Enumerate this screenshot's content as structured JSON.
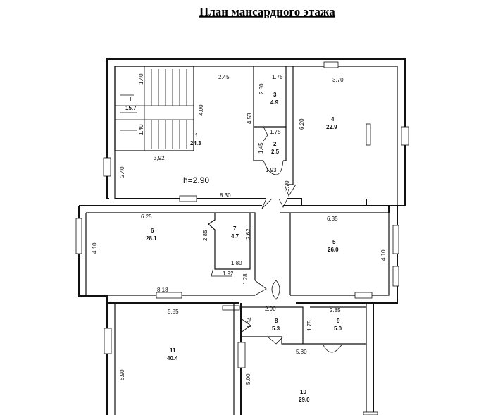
{
  "title": "План мансардного этажа",
  "height_label": "h=2.90",
  "rooms": [
    {
      "num": "1",
      "area": "24.3"
    },
    {
      "num": "2",
      "area": "2.5"
    },
    {
      "num": "3",
      "area": "4.9"
    },
    {
      "num": "4",
      "area": "22.9"
    },
    {
      "num": "5",
      "area": "26.0"
    },
    {
      "num": "6",
      "area": "28.1"
    },
    {
      "num": "7",
      "area": "4.7"
    },
    {
      "num": "8",
      "area": "5.3"
    },
    {
      "num": "9",
      "area": "5.0"
    },
    {
      "num": "10",
      "area": "29.0"
    },
    {
      "num": "11",
      "area": "40.4"
    },
    {
      "num": "I",
      "area": "15.7"
    }
  ],
  "dimensions": {
    "d_245": "2.45",
    "d_175a": "1.75",
    "d_370": "3.70",
    "d_280": "2.80",
    "d_140a": "1.40",
    "d_140b": "1.40",
    "d_400": "4.00",
    "d_453": "4.53",
    "d_620": "6.20",
    "d_175b": "1.75",
    "d_145": "1.45",
    "d_193": "1.93",
    "d_392": "3,92",
    "d_240": "2.40",
    "d_830": "8.30",
    "d_170": "1.70",
    "d_625": "6.25",
    "d_635": "6.35",
    "d_285": "2.85",
    "d_262": "2.62",
    "d_410a": "4.10",
    "d_410b": "4.10",
    "d_180": "1.80",
    "d_192": "1.92",
    "d_128": "1.28",
    "d_818": "8.18",
    "d_585": "5.85",
    "d_290": "2.90",
    "d_285b": "2.85",
    "d_184": "1.84",
    "d_175c": "1.75",
    "d_580": "5.80",
    "d_690": "6.90",
    "d_500": "5.00"
  }
}
